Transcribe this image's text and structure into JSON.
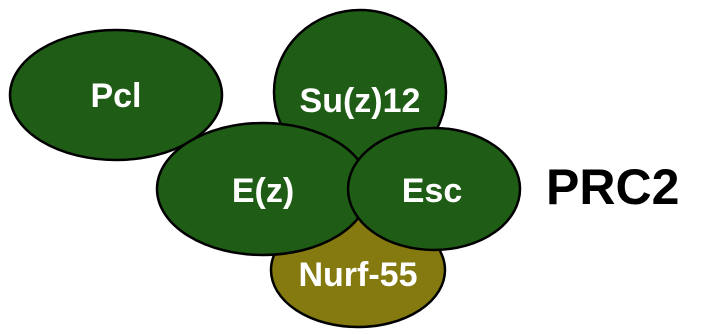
{
  "diagram": {
    "complex_label": "PRC2",
    "subunits": [
      {
        "id": "pcl",
        "label": "Pcl",
        "color": "#1f5c16"
      },
      {
        "id": "su-z-12",
        "label": "Su(z)12",
        "color": "#1f5c16"
      },
      {
        "id": "nurf-55",
        "label": "Nurf-55",
        "color": "#857a10"
      },
      {
        "id": "e-z",
        "label": "E(z)",
        "color": "#1f5c16"
      },
      {
        "id": "esc",
        "label": "Esc",
        "color": "#1f5c16"
      }
    ]
  }
}
